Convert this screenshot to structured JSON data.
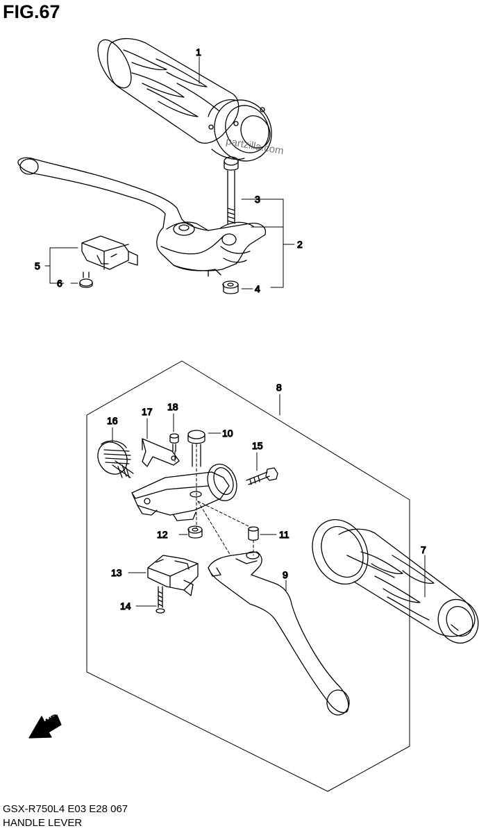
{
  "figure": {
    "title": "FIG.67",
    "watermark": "partzilla.com",
    "model_line": "GSX-R750L4  E03  E28  067",
    "section_name": "HANDLE LEVER",
    "fwd_label": "FWD"
  },
  "callouts": [
    {
      "id": "c1",
      "label": "1"
    },
    {
      "id": "c2",
      "label": "2"
    },
    {
      "id": "c3",
      "label": "3"
    },
    {
      "id": "c4",
      "label": "4"
    },
    {
      "id": "c5",
      "label": "5"
    },
    {
      "id": "c6",
      "label": "6"
    },
    {
      "id": "c7",
      "label": "7"
    },
    {
      "id": "c8",
      "label": "8"
    },
    {
      "id": "c9",
      "label": "9"
    },
    {
      "id": "c10",
      "label": "10"
    },
    {
      "id": "c11",
      "label": "11"
    },
    {
      "id": "c12",
      "label": "12"
    },
    {
      "id": "c13",
      "label": "13"
    },
    {
      "id": "c14",
      "label": "14"
    },
    {
      "id": "c15",
      "label": "15"
    },
    {
      "id": "c16",
      "label": "16"
    },
    {
      "id": "c17",
      "label": "17"
    },
    {
      "id": "c18",
      "label": "18"
    }
  ]
}
